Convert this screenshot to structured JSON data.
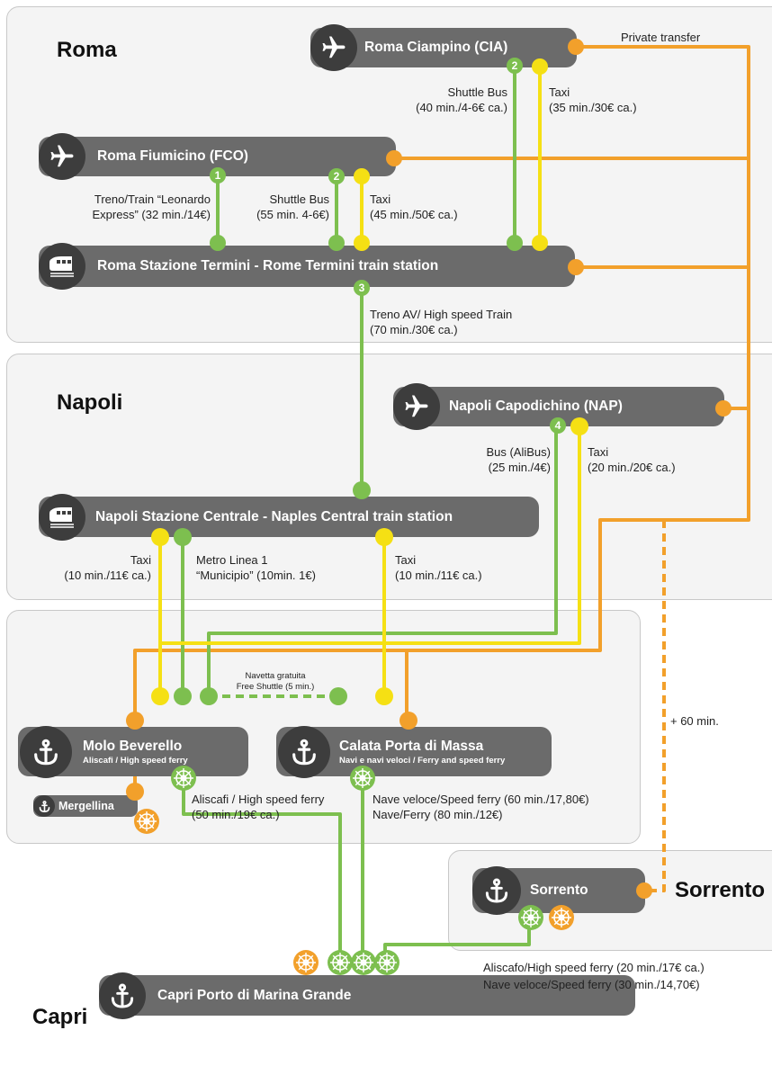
{
  "regions": {
    "roma": "Roma",
    "napoli": "Napoli",
    "sorrento": "Sorrento",
    "capri": "Capri"
  },
  "stations": {
    "ciampino": "Roma Ciampino (CIA)",
    "fiumicino": "Roma Fiumicino (FCO)",
    "termini": "Roma Stazione Termini - Rome Termini train station",
    "capodichino": "Napoli Capodichino (NAP)",
    "centrale": "Napoli Stazione Centrale - Naples Central train station",
    "beverello": "Molo Beverello",
    "beverello_sub": "Aliscafi / High speed ferry",
    "massa": "Calata Porta di Massa",
    "massa_sub": "Navi e navi veloci / Ferry and speed ferry",
    "mergellina": "Mergellina",
    "sorrento": "Sorrento",
    "capri_port": "Capri Porto di Marina Grande"
  },
  "routes": {
    "private_transfer": "Private transfer",
    "cia_shuttle_1": "Shuttle Bus",
    "cia_shuttle_2": "(40 min./4-6€ ca.)",
    "cia_taxi_1": "Taxi",
    "cia_taxi_2": "(35 min./30€ ca.)",
    "fco_train_1": "Treno/Train “Leonardo",
    "fco_train_2": "Express”  (32 min./14€)",
    "fco_shuttle_1": "Shuttle Bus",
    "fco_shuttle_2": "(55 min. 4-6€)",
    "fco_taxi_1": "Taxi",
    "fco_taxi_2": "(45 min./50€ ca.)",
    "av_1": "Treno AV/ High speed Train",
    "av_2": "(70 min./30€ ca.)",
    "nap_bus_1": "Bus (AliBus)",
    "nap_bus_2": "(25 min./4€)",
    "nap_taxi_1": "Taxi",
    "nap_taxi_2": "(20 min./20€ ca.)",
    "cen_taxi_l1": "Taxi",
    "cen_taxi_l2": "(10 min./11€ ca.)",
    "metro_1": "Metro Linea 1",
    "metro_2": "“Municipio” (10min. 1€)",
    "cen_taxi_r1": "Taxi",
    "cen_taxi_r2": "(10 min./11€ ca.)",
    "shuttle_1": "Navetta gratuita",
    "shuttle_2": "Free Shuttle (5 min.)",
    "plus60": "+ 60 min.",
    "bev_ferry_1": "Aliscafi / High speed ferry",
    "bev_ferry_2": "(50 min./19€ ca.)",
    "massa_ferry_1": "Nave veloce/Speed ferry (60 min./17,80€)",
    "massa_ferry_2": "Nave/Ferry (80 min./12€)",
    "sor_ferry_1": "Aliscafo/High speed ferry (20 min./17€ ca.)",
    "sor_ferry_2": "Nave veloce/Speed ferry (30 min./14,70€)"
  },
  "markers": [
    "1",
    "2",
    "2",
    "3",
    "4"
  ],
  "colors": {
    "green": "#7dbf4f",
    "yellow": "#f5e014",
    "orange": "#f2a02b",
    "station_grey": "#6b6b6b",
    "badge_dark": "#3d3d3d",
    "region_bg": "#f4f4f4"
  }
}
